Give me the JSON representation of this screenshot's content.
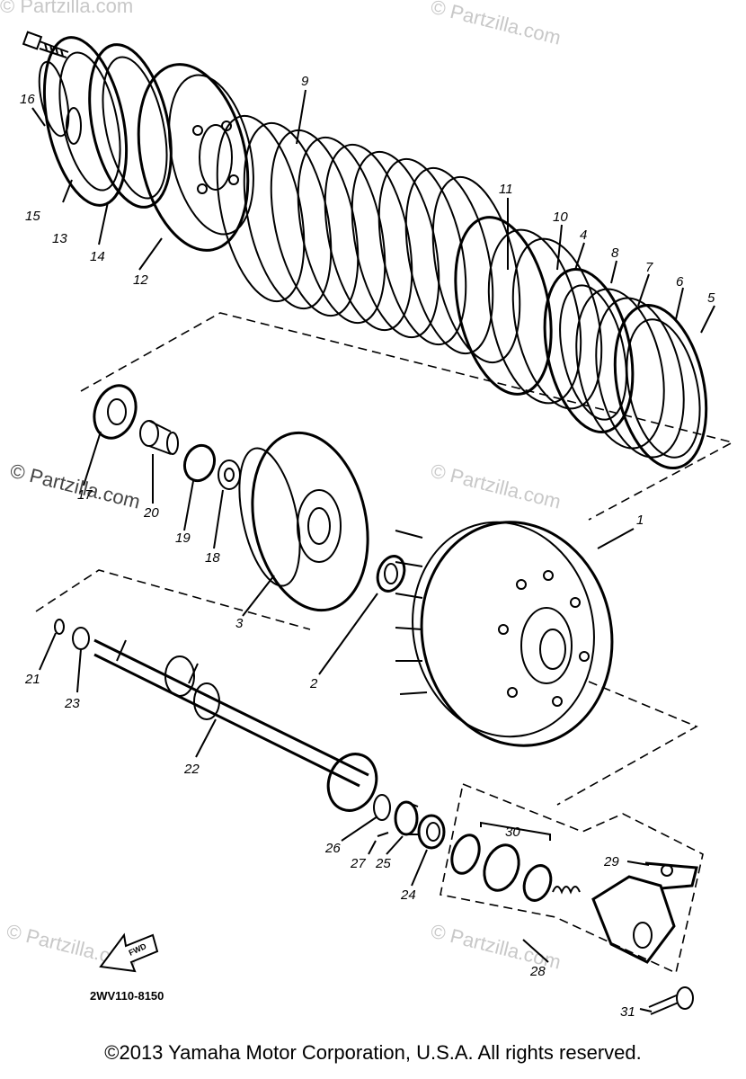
{
  "diagram": {
    "callouts": [
      "1",
      "2",
      "3",
      "4",
      "5",
      "6",
      "7",
      "8",
      "9",
      "10",
      "11",
      "12",
      "13",
      "14",
      "15",
      "16",
      "17",
      "18",
      "19",
      "20",
      "21",
      "22",
      "23",
      "24",
      "25",
      "26",
      "27",
      "28",
      "29",
      "30",
      "31"
    ],
    "part_code": "2WV110-8150",
    "fwd_label": "FWD",
    "watermark": "© Partzilla.com"
  },
  "footer": {
    "copyright": "©2013 Yamaha Motor Corporation, U.S.A. All rights reserved."
  }
}
